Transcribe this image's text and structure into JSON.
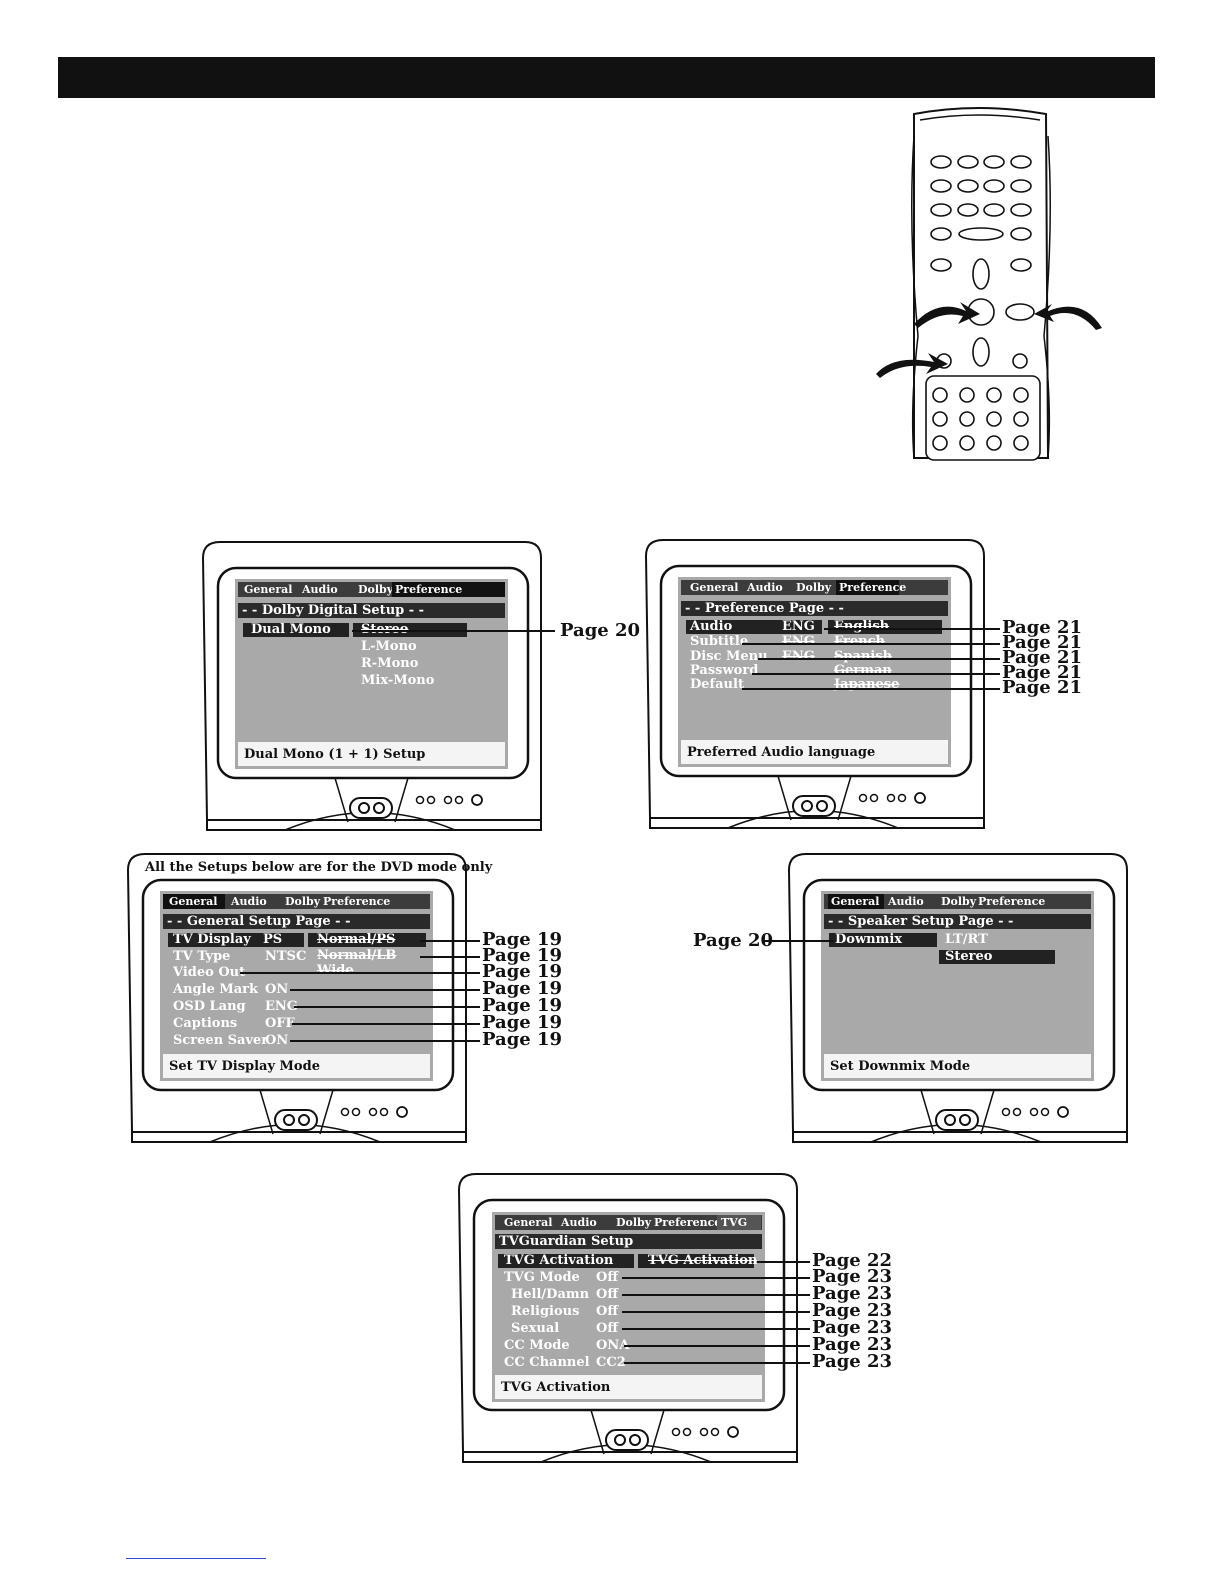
{
  "dolby_screen": {
    "tabs": [
      "General",
      "Audio",
      "Dolby",
      "Preference"
    ],
    "title": "- - Dolby Digital Setup - -",
    "item": "Dual Mono",
    "options": [
      "Stereo",
      "L-Mono",
      "R-Mono",
      "Mix-Mono"
    ],
    "status": "Dual Mono (1 + 1) Setup",
    "page_ref": "Page 20"
  },
  "preference_screen": {
    "tabs": [
      "General",
      "Audio",
      "Dolby",
      "Preference"
    ],
    "title": "- - Preference Page - -",
    "items": [
      {
        "label": "Audio",
        "value": "ENG"
      },
      {
        "label": "Subtitle",
        "value": "ENG"
      },
      {
        "label": "Disc Menu",
        "value": "ENG"
      },
      {
        "label": "Password",
        "value": ""
      },
      {
        "label": "Default",
        "value": ""
      }
    ],
    "options": [
      "English",
      "French",
      "Spanish",
      "German",
      "Japanese"
    ],
    "status": "Preferred Audio language",
    "page_refs": [
      "Page 21",
      "Page 21",
      "Page 21",
      "Page 21",
      "Page 21"
    ]
  },
  "general_screen": {
    "note": "All the Setups below are for the DVD mode only",
    "tabs": [
      "General",
      "Audio",
      "Dolby",
      "Preference"
    ],
    "title": "- - General Setup Page - -",
    "items": [
      {
        "label": "TV Display",
        "value": "PS"
      },
      {
        "label": "TV Type",
        "value": "NTSC"
      },
      {
        "label": "Video Out",
        "value": ""
      },
      {
        "label": "Angle Mark",
        "value": "ON"
      },
      {
        "label": "OSD Lang",
        "value": "ENG"
      },
      {
        "label": "Captions",
        "value": "OFF"
      },
      {
        "label": "Screen Saver",
        "value": "ON"
      }
    ],
    "options": [
      "Normal/PS",
      "Normal/LB",
      "Wide"
    ],
    "status": "Set TV Display Mode",
    "page_refs": [
      "Page 19",
      "Page 19",
      "Page 19",
      "Page 19",
      "Page 19",
      "Page 19",
      "Page 19"
    ]
  },
  "speaker_screen": {
    "tabs": [
      "General",
      "Audio",
      "Dolby",
      "Preference"
    ],
    "title": "- - Speaker Setup Page - -",
    "item": "Downmix",
    "options": [
      "LT/RT",
      "Stereo"
    ],
    "status": "Set Downmix Mode",
    "page_ref": "Page 20"
  },
  "tvg_screen": {
    "tabs": [
      "General",
      "Audio",
      "Dolby",
      "Preference",
      "TVG"
    ],
    "title": "TVGuardian Setup",
    "items": [
      {
        "label": "TVG Activation",
        "value": ""
      },
      {
        "label": "TVG Mode",
        "value": "Off"
      },
      {
        "label": "Hell/Damn",
        "value": "Off"
      },
      {
        "label": "Religious",
        "value": "Off"
      },
      {
        "label": "Sexual",
        "value": "Off"
      },
      {
        "label": "CC Mode",
        "value": "ONA"
      },
      {
        "label": "CC Channel",
        "value": "CC2"
      }
    ],
    "option": "TVG Activation",
    "status": "TVG Activation",
    "page_refs": [
      "Page 22",
      "Page 23",
      "Page 23",
      "Page 23",
      "Page 23",
      "Page 23",
      "Page 23"
    ]
  }
}
